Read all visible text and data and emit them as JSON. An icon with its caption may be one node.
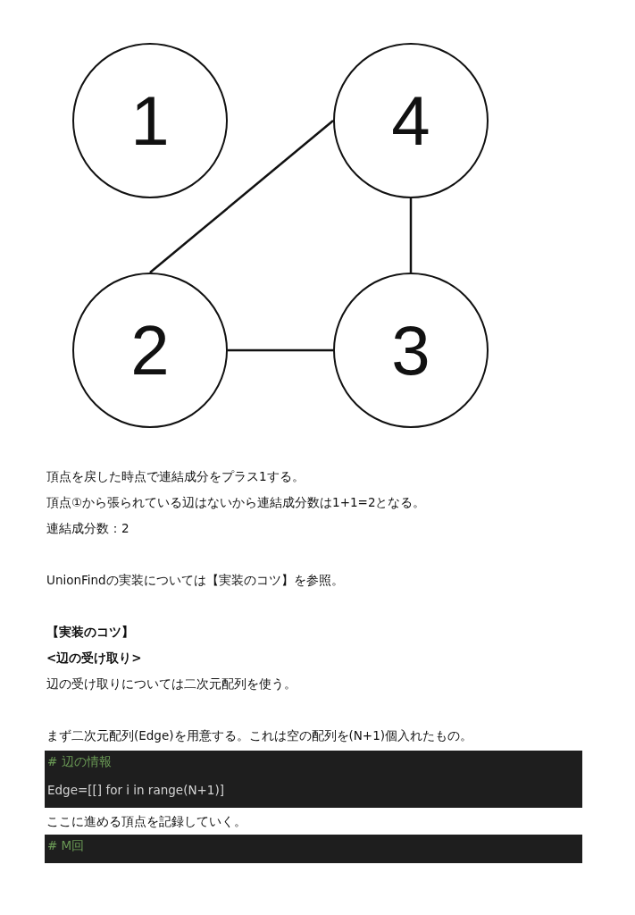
{
  "diagram": {
    "nodes": [
      {
        "text": [
          "1"
        ]
      },
      {
        "text": [
          "4"
        ]
      },
      {
        "text": [
          "2"
        ]
      },
      {
        "text": [
          "3"
        ]
      }
    ],
    "edges": [
      {
        "from": 1,
        "to": 2,
        "arrow": "none"
      },
      {
        "from": 1,
        "to": 3,
        "arrow": "none"
      },
      {
        "from": 2,
        "to": 3,
        "arrow": "none"
      }
    ],
    "labels": [
      "頂点を戻した時点で連結成分をプラス1する。",
      "頂点①から張られている辺はないから連結成分数は1+1=2となる。",
      "連結成分数：2",
      "UnionFindの実装については【実装のコツ】を参照。",
      "【実装のコツ】",
      "<辺の受け取り>",
      "辺の受け取りについては二次元配列を使う。",
      "まず二次元配列(Edge)を用意する。これは空の配列を(N+1)個入れたもの。",
      "# 辺の情報",
      "Edge=[[] for i in range(N+1)]",
      "ここに進める頂点を記録していく。",
      "# M回"
    ]
  }
}
